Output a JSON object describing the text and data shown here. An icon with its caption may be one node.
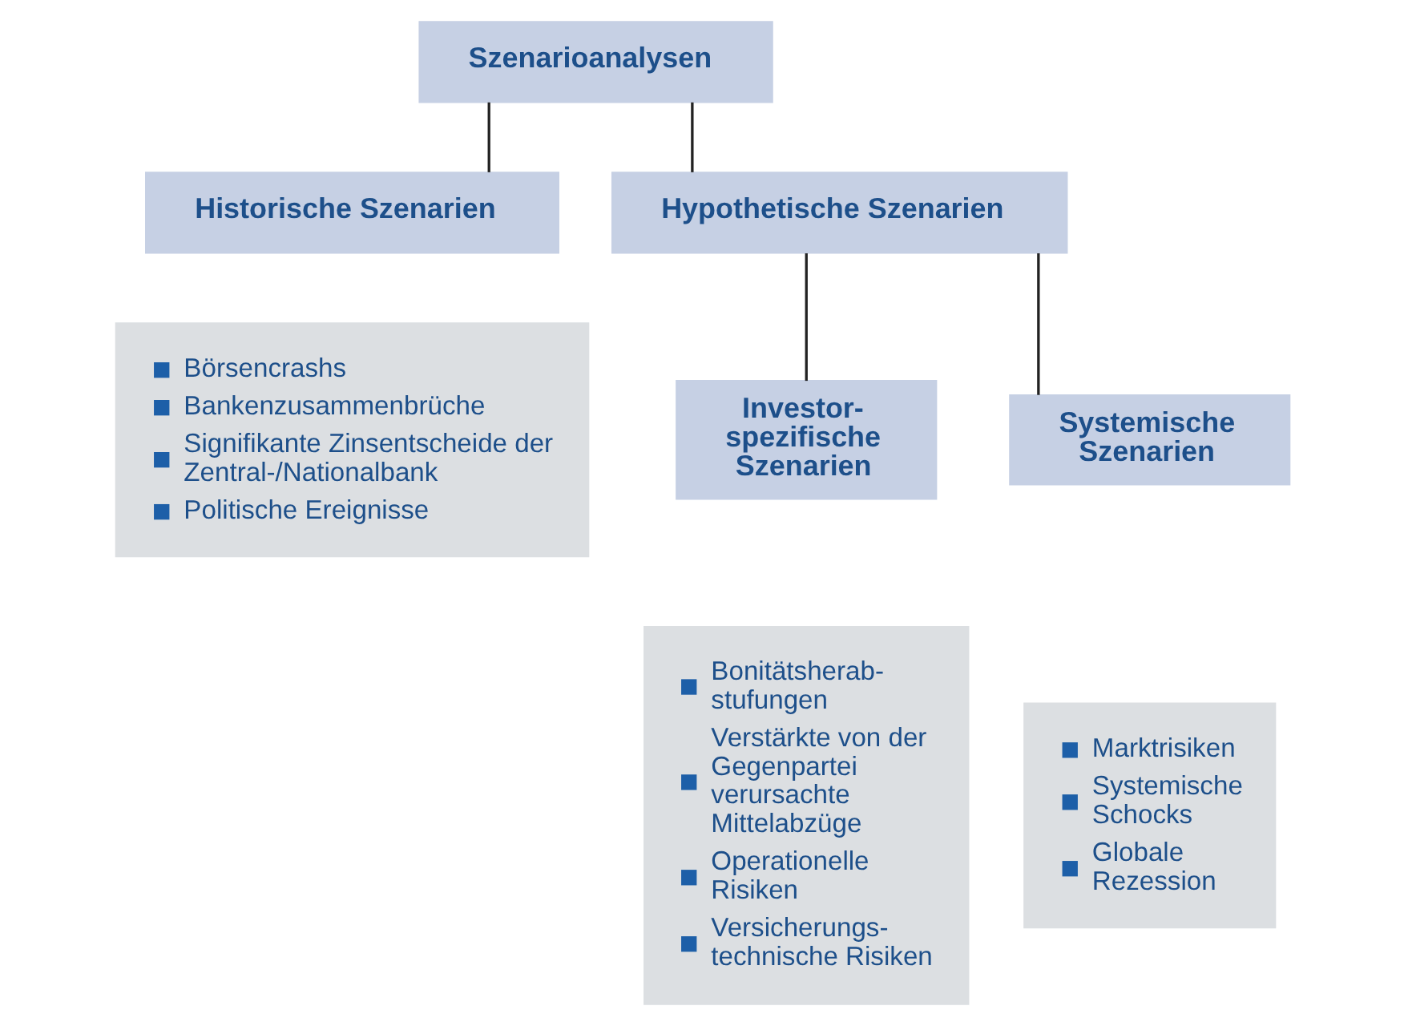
{
  "diagram": {
    "nodes": [
      {
        "text": [
          "Szenarioanalysen"
        ]
      },
      {
        "text": [
          "Historische Szenarien"
        ]
      },
      {
        "text": [
          "Hypothetische Szenarien"
        ]
      },
      {
        "text": [
          "Börsencrashs",
          "Bankenzusammenbrüche",
          "Signifikante Zinsentscheide der Zentral-/Nationalbank",
          "Politische Ereignisse"
        ]
      },
      {
        "text": [
          "Investor-spezifische Szenarien"
        ]
      },
      {
        "text": [
          "Systemische Szenarien"
        ]
      },
      {
        "text": [
          "Bonitätsherab-stufungen",
          "Verstärkte von der Gegenpartei verursachte Mittelabzüge",
          "Operationelle Risiken",
          "Versicherungs-technische Risiken"
        ]
      },
      {
        "text": [
          "Marktrisiken",
          "Systemische Schocks",
          "Globale Rezession"
        ]
      }
    ],
    "edges": [
      {
        "from": 0,
        "to": 1,
        "arrow": "none"
      },
      {
        "from": 0,
        "to": 2,
        "arrow": "none"
      },
      {
        "from": 2,
        "to": 4,
        "arrow": "none"
      },
      {
        "from": 2,
        "to": 5,
        "arrow": "none"
      }
    ]
  }
}
